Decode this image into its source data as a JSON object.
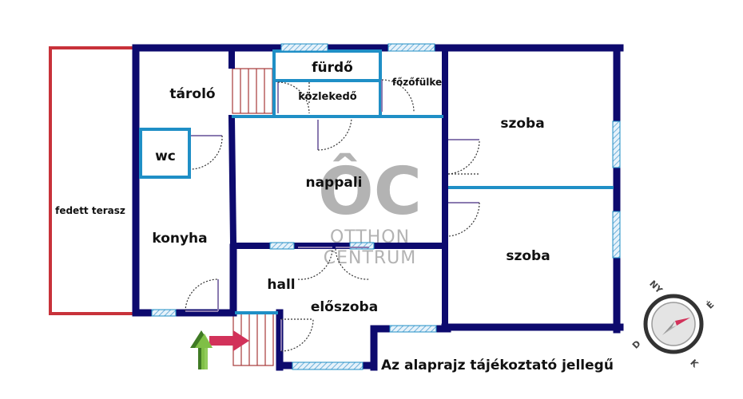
{
  "rooms": {
    "taroló": "tároló",
    "furdo": "fürdő",
    "fozofulke": "főzőfülke",
    "kozlekedo": "közlekedő",
    "wc": "wc",
    "nappali": "nappali",
    "szoba_top": "szoba",
    "szoba_bottom": "szoba",
    "fedett_terasz": "fedett terasz",
    "konyha": "konyha",
    "hall": "hall",
    "eloszoba": "előszoba"
  },
  "disclaimer": "Az alaprajz tájékoztató jellegű",
  "watermark": {
    "logo": "ÔC",
    "line1": "OTTHON",
    "line2": "CENTRUM"
  },
  "compass": {
    "ny": "NY",
    "e": "É",
    "d": "D",
    "k": "K"
  },
  "colors": {
    "wall": "#0d0a6e",
    "partition": "#1f8fc6",
    "terrace": "#c8323a",
    "stairs": "#a63a3a",
    "arrow_red": "#d2325a",
    "arrow_green": "#4f9a2e"
  }
}
